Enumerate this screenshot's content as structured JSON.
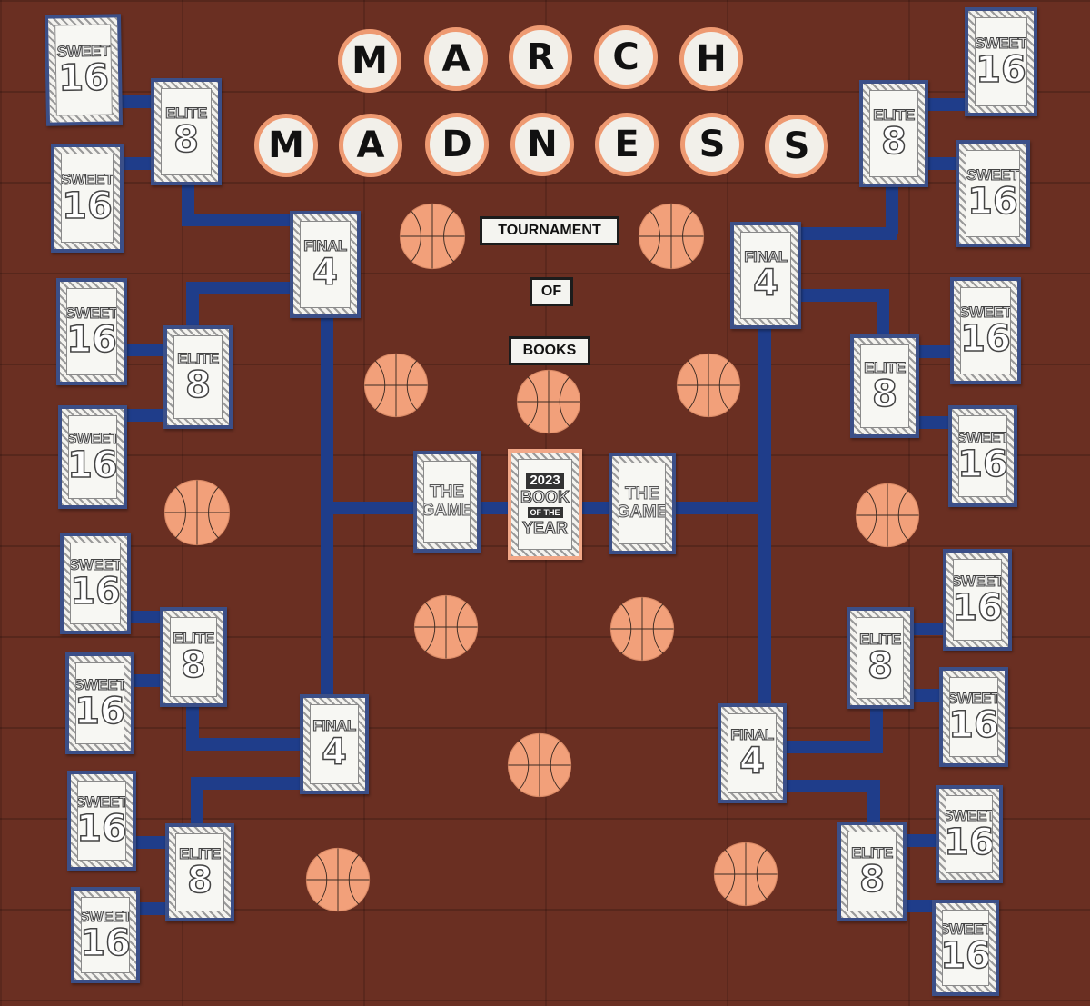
{
  "title": {
    "line1": [
      "M",
      "A",
      "R",
      "C",
      "H"
    ],
    "line2": [
      "M",
      "A",
      "D",
      "N",
      "E",
      "S",
      "S"
    ]
  },
  "signs": {
    "tournament": "TOURNAMENT",
    "of": "OF",
    "books": "BOOKS"
  },
  "cards": {
    "sweet16": {
      "word": "SWEET",
      "num": "16"
    },
    "elite8": {
      "word": "ELITE",
      "num": "8"
    },
    "final4": {
      "word": "FINAL",
      "num": "4"
    },
    "the_game": {
      "line1": "THE",
      "line2": "GAME"
    },
    "book_of_year": {
      "year": "2023",
      "book": "BOOK",
      "of_the": "OF THE",
      "year_word": "YEAR"
    }
  },
  "colors": {
    "wall": "#6a2f22",
    "tape": "#1f3d8a",
    "basketball": "#f2a07a",
    "letter_ring": "#ee9a72",
    "card_border": "#3b4f88"
  },
  "icons": {
    "ball": "basketball-icon"
  }
}
